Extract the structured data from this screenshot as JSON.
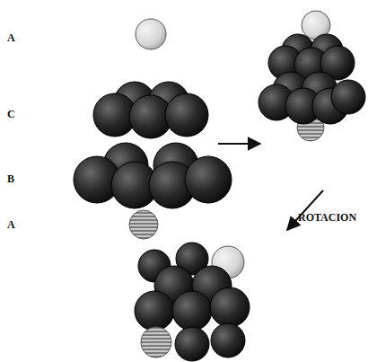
{
  "diagram": {
    "labels": [
      "A",
      "C",
      "B",
      "A",
      "ROTACION"
    ]
  }
}
